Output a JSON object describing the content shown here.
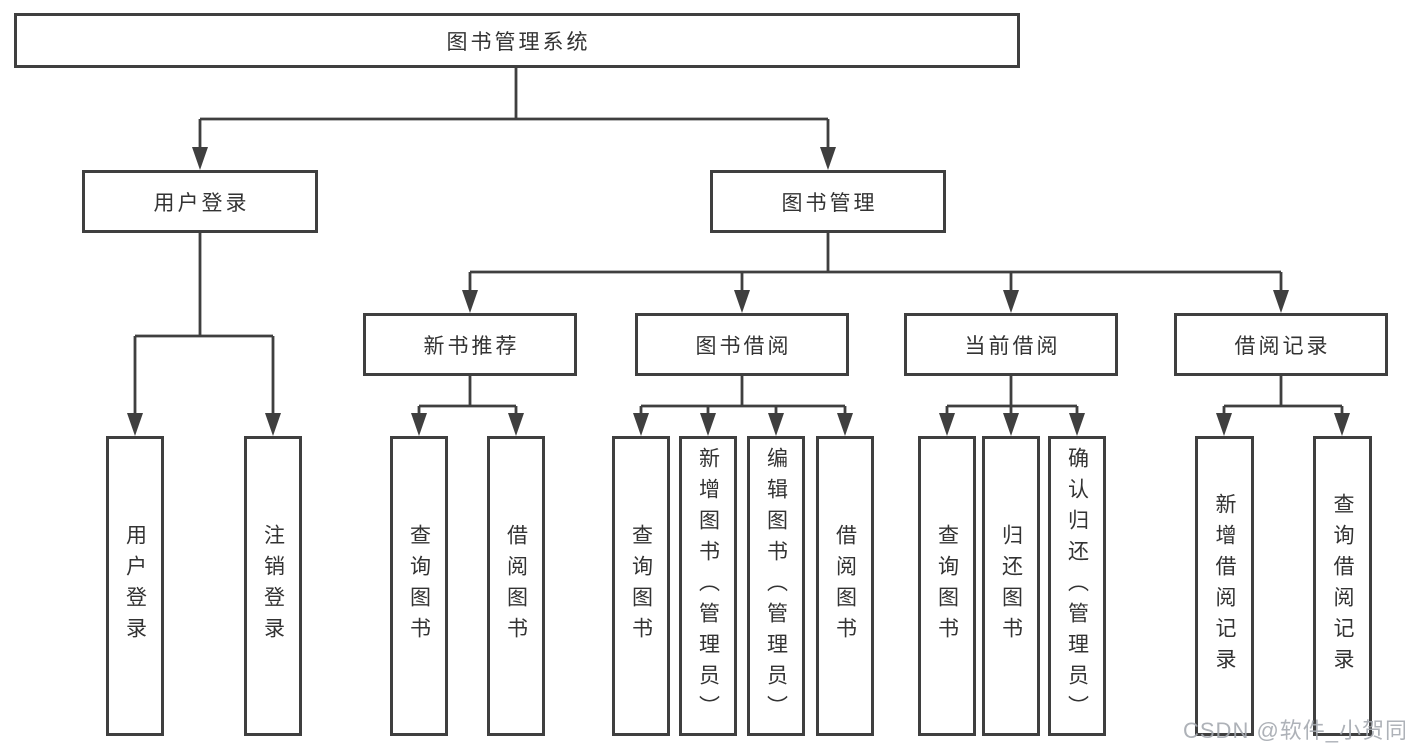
{
  "tree": {
    "root": {
      "label": "图书管理系统",
      "children": [
        {
          "label": "用户登录",
          "children": [
            {
              "label": "用户登录"
            },
            {
              "label": "注销登录"
            }
          ]
        },
        {
          "label": "图书管理",
          "children": [
            {
              "label": "新书推荐",
              "children": [
                {
                  "label": "查询图书"
                },
                {
                  "label": "借阅图书"
                }
              ]
            },
            {
              "label": "图书借阅",
              "children": [
                {
                  "label": "查询图书"
                },
                {
                  "label": "新增图书（管理员）"
                },
                {
                  "label": "编辑图书（管理员）"
                },
                {
                  "label": "借阅图书"
                }
              ]
            },
            {
              "label": "当前借阅",
              "children": [
                {
                  "label": "查询图书"
                },
                {
                  "label": "归还图书"
                },
                {
                  "label": "确认归还（管理员）"
                }
              ]
            },
            {
              "label": "借阅记录",
              "children": [
                {
                  "label": "新增借阅记录"
                },
                {
                  "label": "查询借阅记录"
                }
              ]
            }
          ]
        }
      ]
    }
  },
  "watermark": {
    "text": "CSDN @软件_小贺同学"
  },
  "colors": {
    "line": "#3f3f3f",
    "box_border": "#3f3f3f",
    "box_fill": "#ffffff",
    "text": "#333333",
    "watermark": "#a5aab0",
    "background": "#ffffff"
  }
}
